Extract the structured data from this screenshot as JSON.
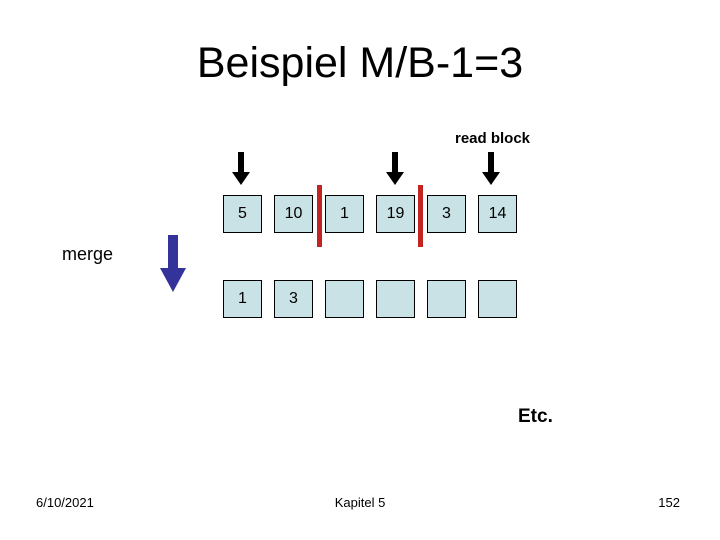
{
  "slide": {
    "title": "Beispiel M/B-1=3",
    "read_block_label": "read block",
    "merge_label": "merge",
    "etc_label": "Etc."
  },
  "diagram": {
    "row1": {
      "cells": [
        "5",
        "10",
        "1",
        "19",
        "3",
        "14"
      ]
    },
    "row2": {
      "cells": [
        "1",
        "3",
        "",
        "",
        "",
        ""
      ]
    },
    "separators": {
      "count": 2,
      "between": [
        "cells 2-3",
        "cells 4-5"
      ]
    }
  },
  "icons": {
    "read_block_arrow": "down-arrow",
    "merge_arrow": "down-arrow"
  },
  "footer": {
    "date": "6/10/2021",
    "chapter": "Kapitel 5",
    "page": "152"
  },
  "colors": {
    "background": "#ffffff",
    "text": "#000000",
    "box_fill": "#c9e2e5",
    "box_border": "#000000",
    "separator_red": "#c22323",
    "merge_arrow_blue": "#333399",
    "read_arrow_black": "#000000"
  }
}
